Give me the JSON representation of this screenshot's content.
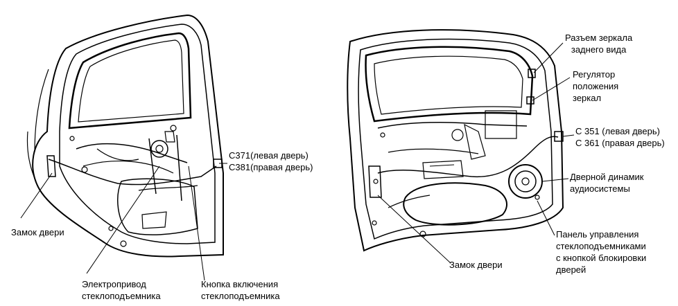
{
  "left_door": {
    "connector_left": "С371(левая дверь)",
    "connector_right": "С381(правая дверь)",
    "door_lock": "Замок двери",
    "motor_line1": "Электропривод",
    "motor_line2": "стеклоподъемника",
    "button_line1": "Кнопка включения",
    "button_line2": "стеклоподъемника"
  },
  "right_door": {
    "mirror_conn_line1": "Разъем зеркала",
    "mirror_conn_line2": "заднего вида",
    "mirror_reg_line1": "Регулятор",
    "mirror_reg_line2": "положения",
    "mirror_reg_line3": "зеркал",
    "connector_left": "С 351 (левая дверь)",
    "connector_right": "С 361 (правая дверь)",
    "speaker_line1": "Дверной динамик",
    "speaker_line2": "аудиосистемы",
    "panel_line1": "Панель управления",
    "panel_line2": "стеклоподъемниками",
    "panel_line3": "с кнопкой блокировки",
    "panel_line4": "дверей",
    "door_lock": "Замок двери"
  }
}
